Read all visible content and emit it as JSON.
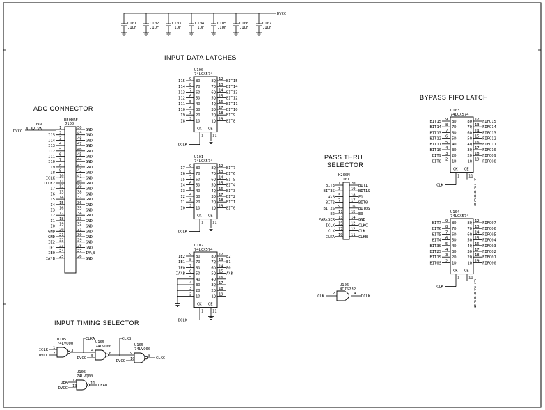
{
  "section_titles": {
    "adc_connector": "ADC CONNECTOR",
    "input_data_latches": "INPUT DATA LATCHES",
    "pass_thru_l1": "PASS THRU",
    "pass_thru_l2": "SELECTOR",
    "bypass_fifo": "BYPASS FIFO LATCH",
    "input_timing": "INPUT TIMING SELECTOR"
  },
  "power": {
    "net": "DVCC",
    "caps": [
      {
        "ref": "C101",
        "val": ".1UF"
      },
      {
        "ref": "C102",
        "val": ".1UF"
      },
      {
        "ref": "C103",
        "val": ".1UF"
      },
      {
        "ref": "C104",
        "val": ".1UF"
      },
      {
        "ref": "C105",
        "val": ".1UF"
      },
      {
        "ref": "C106",
        "val": ".1UF"
      },
      {
        "ref": "C107",
        "val": ".1UF"
      }
    ]
  },
  "connector": {
    "ref": "J99",
    "part": "R50DRF",
    "ref2": "J100",
    "dvcc_label": "DVCC",
    "v_label": "3.3V VA",
    "left_pins": [
      "1",
      "2",
      "3",
      "4",
      "5",
      "6",
      "7",
      "8",
      "9",
      "10",
      "11",
      "12",
      "13",
      "14",
      "15",
      "16",
      "17",
      "18",
      "19",
      "20",
      "21",
      "22",
      "23",
      "24",
      "25"
    ],
    "left_nets": [
      "",
      "I15",
      "I14",
      "I13",
      "I12",
      "I11",
      "I10",
      "I9",
      "I8",
      "ICLK",
      "ICLK2",
      "I7",
      "I6",
      "I5",
      "I4",
      "I3",
      "I2",
      "I1",
      "I0",
      "GND",
      "GND",
      "IE2",
      "IE1",
      "IE0",
      "IA\\B"
    ],
    "right_pins": [
      "50",
      "49",
      "48",
      "47",
      "46",
      "45",
      "44",
      "43",
      "42",
      "41",
      "40",
      "39",
      "38",
      "37",
      "36",
      "35",
      "34",
      "33",
      "32",
      "31",
      "30",
      "29",
      "28",
      "27",
      "26"
    ],
    "right_nets": [
      "GND",
      "GND",
      "GND",
      "GND",
      "GND",
      "GND",
      "GND",
      "GND",
      "GND",
      "GND",
      "GND",
      "GND",
      "GND",
      "GND",
      "GND",
      "GND",
      "GND",
      "GND",
      "GND",
      "GND",
      "GND",
      "GND",
      "GND",
      "IA\\B",
      "GND"
    ]
  },
  "latches": [
    {
      "ref": "U100",
      "part": "74LCX574",
      "pin_in": [
        "9",
        "8",
        "7",
        "6",
        "5",
        "4",
        "3",
        "2"
      ],
      "d_lbl": [
        "8D",
        "7D",
        "6D",
        "5D",
        "4D",
        "3D",
        "2D",
        "1D"
      ],
      "in_nets": [
        "I15",
        "I14",
        "I13",
        "I12",
        "I11",
        "I10",
        "I9",
        "I8"
      ],
      "pin_out": [
        "12",
        "13",
        "14",
        "15",
        "16",
        "17",
        "18",
        "19"
      ],
      "q_lbl": [
        "8Q",
        "7Q",
        "6Q",
        "5Q",
        "4Q",
        "3Q",
        "2Q",
        "1Q"
      ],
      "out_nets": [
        "BIT15",
        "BIT14",
        "BIT13",
        "BIT12",
        "BIT11",
        "BIT10",
        "BIT9",
        "BIT8"
      ],
      "ck": "CK",
      "oe": "OE",
      "ck_pins": [
        "1",
        "11"
      ],
      "clk_net": "DCLK"
    },
    {
      "ref": "U101",
      "part": "74LCX574",
      "pin_in": [
        "9",
        "8",
        "7",
        "6",
        "5",
        "4",
        "3",
        "2"
      ],
      "d_lbl": [
        "8D",
        "7D",
        "6D",
        "5D",
        "4D",
        "3D",
        "2D",
        "1D"
      ],
      "in_nets": [
        "I7",
        "I6",
        "I5",
        "I4",
        "I3",
        "I2",
        "I1",
        "I0"
      ],
      "pin_out": [
        "12",
        "13",
        "14",
        "15",
        "16",
        "17",
        "18",
        "19"
      ],
      "q_lbl": [
        "8Q",
        "7Q",
        "6Q",
        "5Q",
        "4Q",
        "3Q",
        "2Q",
        "1Q"
      ],
      "out_nets": [
        "BIT7",
        "BIT6",
        "BIT5",
        "BIT4",
        "BIT3",
        "BIT2",
        "BIT1",
        "BIT0"
      ],
      "ck": "CK",
      "oe": "OE",
      "ck_pins": [
        "1",
        "11"
      ],
      "clk_net": "DCLK"
    },
    {
      "ref": "U102",
      "part": "74LCX574",
      "pin_in": [
        "9",
        "8",
        "7",
        "6",
        "5",
        "4",
        "3",
        "2"
      ],
      "d_lbl": [
        "8D",
        "7D",
        "6D",
        "5D",
        "4D",
        "3D",
        "2D",
        "1D"
      ],
      "in_nets": [
        "IE2",
        "IE1",
        "IE0",
        "IA\\B",
        "",
        "",
        "",
        ""
      ],
      "pin_out": [
        "12",
        "13",
        "14",
        "15",
        "16",
        "17",
        "18",
        "19"
      ],
      "q_lbl": [
        "8Q",
        "7Q",
        "6Q",
        "5Q",
        "4Q",
        "3Q",
        "2Q",
        "1Q"
      ],
      "out_nets": [
        "E2",
        "E1",
        "E0",
        "A\\B",
        "",
        "",
        "",
        ""
      ],
      "ck": "CK",
      "oe": "OE",
      "ck_pins": [
        "1",
        "11"
      ],
      "clk_net": "DCLK"
    }
  ],
  "fifo_latches": [
    {
      "ref": "U103",
      "part": "74LCX574",
      "pin_in": [
        "9",
        "8",
        "7",
        "6",
        "5",
        "4",
        "3",
        "2"
      ],
      "d_lbl": [
        "8D",
        "7D",
        "6D",
        "5D",
        "4D",
        "3D",
        "2D",
        "1D"
      ],
      "in_nets": [
        "BIT15",
        "BIT14",
        "BIT13",
        "BIT12",
        "BIT11",
        "BIT10",
        "BIT9",
        "BIT8"
      ],
      "pin_out": [
        "12",
        "13",
        "14",
        "15",
        "16",
        "17",
        "18",
        "19"
      ],
      "q_lbl": [
        "8Q",
        "7Q",
        "6Q",
        "5Q",
        "4Q",
        "3Q",
        "2Q",
        "1Q"
      ],
      "out_nets": [
        "FIFO15",
        "FIFO14",
        "FIFO13",
        "FIFO12",
        "FIFO11",
        "FIFO10",
        "FIFO09",
        "FIFO08"
      ],
      "ck": "CK",
      "oe": "OE",
      "ck_pins": [
        "1",
        "11"
      ],
      "clk_net": "CLK",
      "oe_net": "FIFOOEN"
    },
    {
      "ref": "U104",
      "part": "74LCX574",
      "pin_in": [
        "9",
        "8",
        "7",
        "6",
        "5",
        "4",
        "3",
        "2"
      ],
      "d_lbl": [
        "8D",
        "7D",
        "6D",
        "5D",
        "4D",
        "3D",
        "2D",
        "1D"
      ],
      "in_nets": [
        "BIT7",
        "BIT6",
        "BIT5",
        "BIT4",
        "BIT3S",
        "BIT2S",
        "BIT1S",
        "BIT0S"
      ],
      "pin_out": [
        "12",
        "13",
        "14",
        "15",
        "16",
        "17",
        "18",
        "19"
      ],
      "q_lbl": [
        "8Q",
        "7Q",
        "6Q",
        "5Q",
        "4Q",
        "3Q",
        "2Q",
        "1Q"
      ],
      "out_nets": [
        "FIFO07",
        "FIFO06",
        "FIFO05",
        "FIFO04",
        "FIFO03",
        "FIFO02",
        "FIFO01",
        "FIFO00"
      ],
      "ck": "CK",
      "oe": "OE",
      "ck_pins": [
        "1",
        "11"
      ],
      "clk_net": "CLK",
      "oe_net": "FIFOOEN"
    }
  ],
  "pass_thru": {
    "part": "H200M",
    "ref": "J101",
    "left_pins": [
      "1",
      "3",
      "5",
      "7",
      "9",
      "11",
      "13",
      "15",
      "17",
      "19"
    ],
    "left_nets": [
      "BIT3",
      "BIT3S",
      "A\\B",
      "BIT2",
      "BIT2S",
      "E2",
      "PAR\\SER",
      "ICLK",
      "CLK",
      "CLKA"
    ],
    "right_pins": [
      "20",
      "19",
      "18",
      "17",
      "16",
      "15",
      "14",
      "12",
      "12",
      "11"
    ],
    "right_nets": [
      "BIT1",
      "BIT1S",
      "E1",
      "BIT0",
      "BIT0S",
      "E0",
      "GND",
      "CLKC",
      "CLK",
      "CLKB"
    ]
  },
  "buffer": {
    "ref": "U106",
    "part": "NC7S232",
    "in": "CLK",
    "out": "DCLK",
    "pins": [
      "2",
      "4"
    ]
  },
  "gates": [
    {
      "ref": "U105",
      "part": "74LVQ00",
      "in1": "ICLK",
      "in2": "DVCC",
      "pin1": "1",
      "pin2": "2",
      "pin_out": "3"
    },
    {
      "ref": "U105",
      "part": "74LVQ00",
      "in1": "CLKA",
      "in2": "DVCC",
      "pin1": "4",
      "pin2": "5",
      "pin_out": "6"
    },
    {
      "ref": "U105",
      "part": "74LVQ00",
      "in1": "CLKB",
      "in2": "DVCC",
      "pin1": "9",
      "pin2": "10",
      "pin_out": "8",
      "out": "CLKC"
    },
    {
      "ref": "U105",
      "part": "74LVQ00",
      "in1": "OEA",
      "in2": "DVCC",
      "pin1": "12",
      "pin2": "13",
      "pin_out": "11",
      "out": "OEAN"
    }
  ]
}
